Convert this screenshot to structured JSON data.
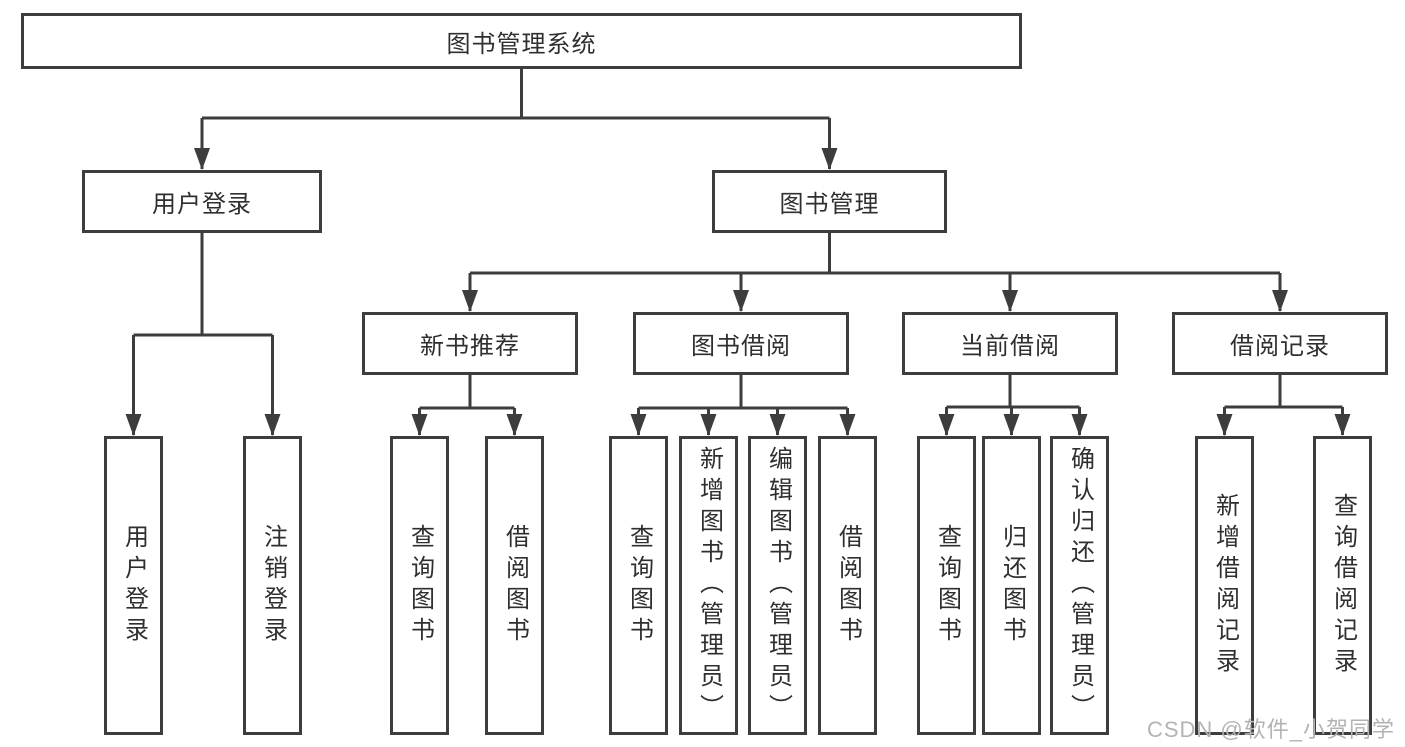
{
  "diagram": {
    "root": {
      "label": "图书管理系统",
      "children": [
        {
          "label": "用户登录",
          "children": [
            {
              "label": "用户登录"
            },
            {
              "label": "注销登录"
            }
          ]
        },
        {
          "label": "图书管理",
          "children": [
            {
              "label": "新书推荐",
              "children": [
                {
                  "label": "查询图书"
                },
                {
                  "label": "借阅图书"
                }
              ]
            },
            {
              "label": "图书借阅",
              "children": [
                {
                  "label": "查询图书"
                },
                {
                  "label": "新增图书（管理员）"
                },
                {
                  "label": "编辑图书（管理员）"
                },
                {
                  "label": "借阅图书"
                }
              ]
            },
            {
              "label": "当前借阅",
              "children": [
                {
                  "label": "查询图书"
                },
                {
                  "label": "归还图书"
                },
                {
                  "label": "确认归还（管理员）"
                }
              ]
            },
            {
              "label": "借阅记录",
              "children": [
                {
                  "label": "新增借阅记录"
                },
                {
                  "label": "查询借阅记录"
                }
              ]
            }
          ]
        }
      ]
    }
  },
  "watermark": {
    "text": "CSDN @软件_小贺同学"
  },
  "colors": {
    "line": "#3d3d3d",
    "text": "#2f2f2f",
    "watermark": "#b3b3b3",
    "bg": "#ffffff"
  }
}
